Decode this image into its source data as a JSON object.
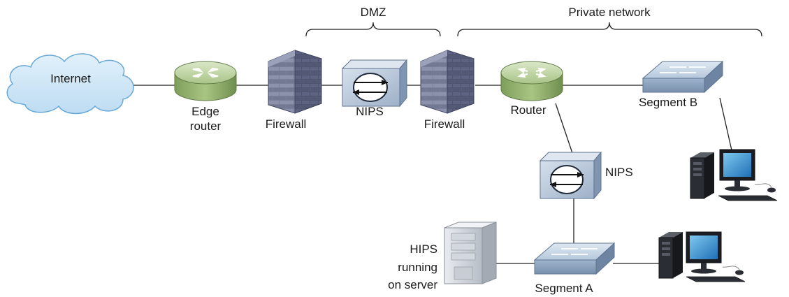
{
  "labels": {
    "dmz": "DMZ",
    "private_network": "Private network",
    "internet": "Internet",
    "edge_router_line1": "Edge",
    "edge_router_line2": "router",
    "firewall_1": "Firewall",
    "nips_1": "NIPS",
    "firewall_2": "Firewall",
    "router": "Router",
    "segment_b": "Segment B",
    "nips_2": "NIPS",
    "hips_line1": "HIPS",
    "hips_line2": "running",
    "hips_line3": "on server",
    "segment_a": "Segment A"
  },
  "colors": {
    "cloud": "#cfe7f7",
    "cloud_stroke": "#6aa8d6",
    "router_green": "#9fc07a",
    "firewall_brick": "#6f7590",
    "switch_blue": "#aec2d8",
    "nips_blue": "#b7c6da",
    "line": "#222222"
  }
}
